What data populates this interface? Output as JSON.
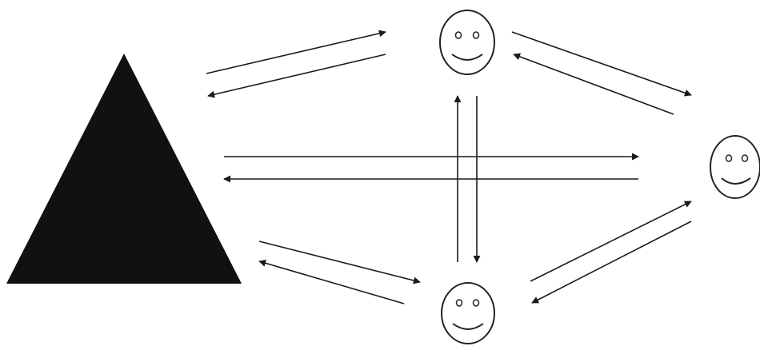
{
  "diagram": {
    "nodes": [
      {
        "id": "pyramid",
        "shape": "triangle",
        "fill": "#111111"
      },
      {
        "id": "person-top",
        "shape": "smiley-face"
      },
      {
        "id": "person-right",
        "shape": "smiley-face"
      },
      {
        "id": "person-bottom",
        "shape": "smiley-face"
      }
    ],
    "edges": [
      {
        "from": "pyramid",
        "to": "person-top"
      },
      {
        "from": "person-top",
        "to": "pyramid"
      },
      {
        "from": "person-top",
        "to": "person-right"
      },
      {
        "from": "person-right",
        "to": "person-top"
      },
      {
        "from": "pyramid",
        "to": "person-right"
      },
      {
        "from": "person-right",
        "to": "pyramid"
      },
      {
        "from": "person-bottom",
        "to": "person-top"
      },
      {
        "from": "person-top",
        "to": "person-bottom"
      },
      {
        "from": "pyramid",
        "to": "person-bottom"
      },
      {
        "from": "person-bottom",
        "to": "pyramid"
      },
      {
        "from": "person-bottom",
        "to": "person-right"
      },
      {
        "from": "person-right",
        "to": "person-bottom"
      }
    ],
    "colors": {
      "line": "#1a1a1a",
      "face-stroke": "#222222",
      "pyramid": "#111111"
    }
  }
}
